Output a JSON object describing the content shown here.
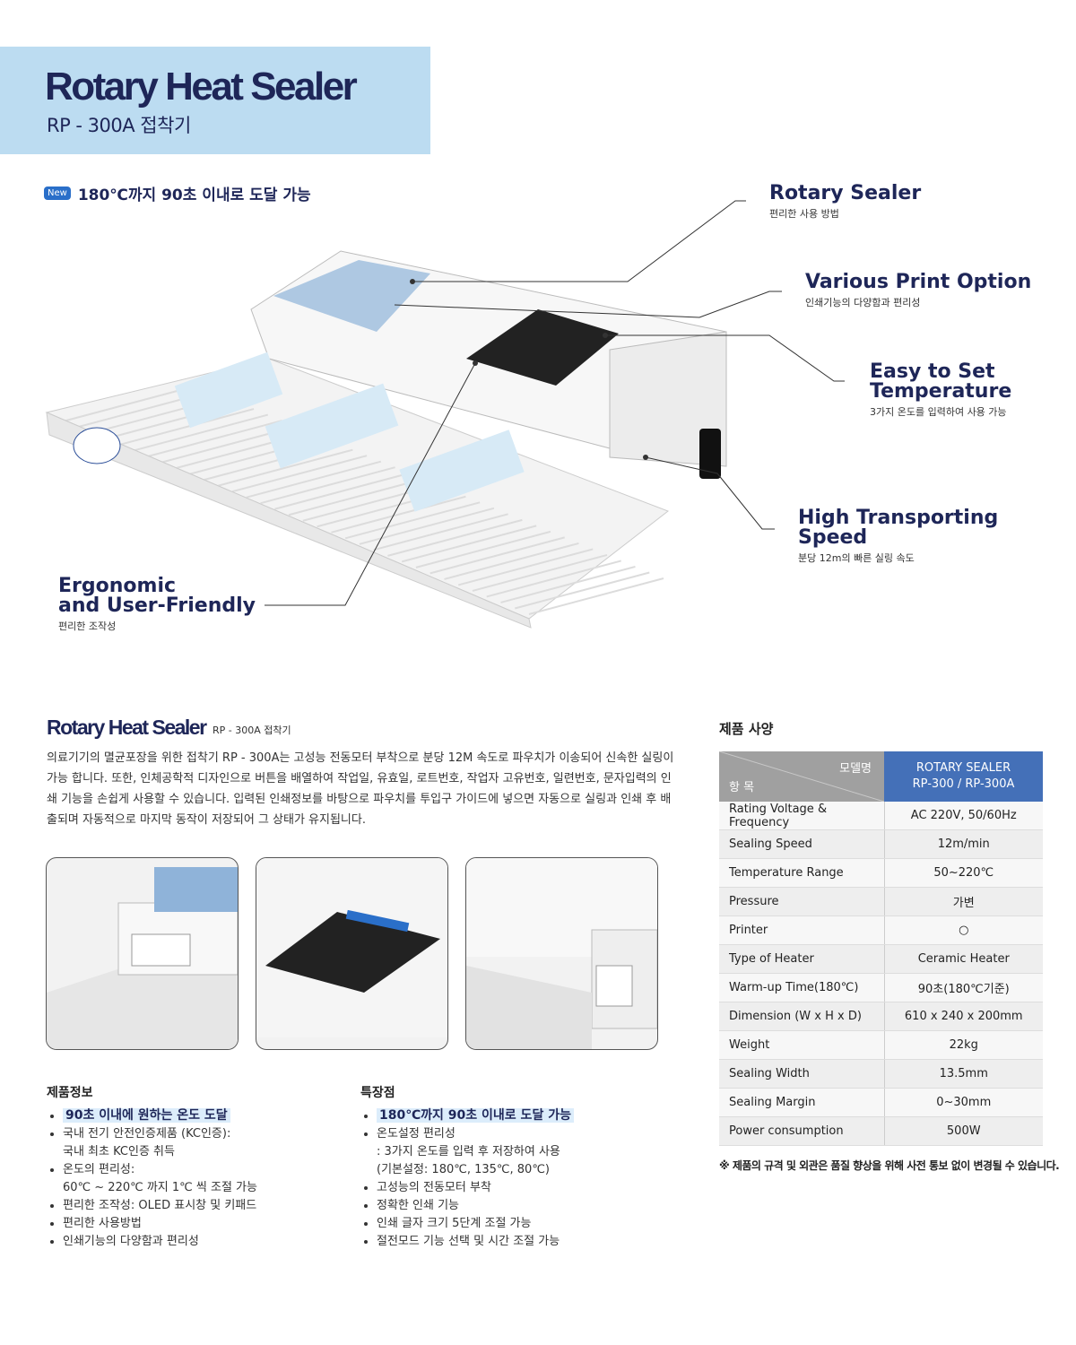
{
  "hero": {
    "title": "Rotary Heat Sealer",
    "subtitle": "RP - 300A 접착기"
  },
  "new_badge": "New",
  "headline": "180℃까지 90초 이내로 도달 가능",
  "callouts": [
    {
      "title": "Rotary Sealer",
      "sub": "편리한 사용 방법"
    },
    {
      "title": "Various Print Option",
      "sub": "인쇄기능의 다양함과 편리성"
    },
    {
      "title": "Easy to Set\nTemperature",
      "sub": "3가지 온도를 입력하여 사용 가능"
    },
    {
      "title": "High Transporting\nSpeed",
      "sub": "분당 12m의 빠른 실링 속도"
    },
    {
      "title": "Ergonomic\nand User-Friendly",
      "sub": "편리한 조작성"
    }
  ],
  "section": {
    "title": "Rotary Heat Sealer",
    "subtitle": "RP - 300A 접착기",
    "description": "의료기기의 멸균포장을 위한 접착기 RP - 300A는 고성능 전동모터 부착으로 분당 12M 속도로 파우치가 이송되어 신속한 실링이 가능 합니다. 또한, 인체공학적 디자인으로 버튼을 배열하여 작업일, 유효일, 로트번호, 작업자 고유번호, 일련번호, 문자입력의 인쇄 기능을 손쉽게 사용할 수 있습니다. 입력된 인쇄정보를 바탕으로 파우치를 투입구 가이드에 넣으면 자동으로 실링과 인쇄 후 배출되며 자동적으로 마지막 동작이 저장되어 그 상태가 유지됩니다."
  },
  "product_info": {
    "title": "제품정보",
    "items": [
      {
        "text": "90초 이내에 원하는 온도 도달",
        "cont": ""
      },
      {
        "text": "국내 전기 안전인증제품 (KC인증):",
        "cont": "국내 최초 KC인증 취득"
      },
      {
        "text": "온도의 편리성:",
        "cont": "60℃ ~ 220℃ 까지 1℃ 씩 조절 가능"
      },
      {
        "text": "편리한 조작성: OLED 표시창 및 키패드",
        "cont": ""
      },
      {
        "text": "편리한 사용방법",
        "cont": ""
      },
      {
        "text": "인쇄기능의 다양함과 편리성",
        "cont": ""
      }
    ]
  },
  "features": {
    "title": "특장점",
    "items": [
      {
        "text": "180℃까지 90초 이내로 도달 가능",
        "cont": ""
      },
      {
        "text": "온도설정 편리성",
        "cont": ": 3가지 온도를 입력 후 저장하여 사용",
        "cont2": "(기본설정: 180℃, 135℃, 80℃)"
      },
      {
        "text": "고성능의 전동모터 부착",
        "cont": ""
      },
      {
        "text": "정확한 인쇄 기능",
        "cont": ""
      },
      {
        "text": "인쇄 글자 크기 5단계 조절 가능",
        "cont": ""
      },
      {
        "text": "절전모드 기능 선택 및 시간 조절 가능",
        "cont": ""
      }
    ]
  },
  "spec": {
    "title": "제품 사양",
    "corner_top": "모델명",
    "corner_bottom": "항 목",
    "model_line1": "ROTARY SEALER",
    "model_line2": "RP-300 / RP-300A",
    "rows": [
      [
        "Rating Voltage & Frequency",
        "AC 220V, 50/60Hz"
      ],
      [
        "Sealing Speed",
        "12m/min"
      ],
      [
        "Temperature Range",
        "50~220℃"
      ],
      [
        "Pressure",
        "가변"
      ],
      [
        "Printer",
        "○"
      ],
      [
        "Type of Heater",
        "Ceramic Heater"
      ],
      [
        "Warm-up Time(180℃)",
        "90초(180℃기준)"
      ],
      [
        "Dimension (W x H x D)",
        "610 x 240 x 200mm"
      ],
      [
        "Weight",
        "22kg"
      ],
      [
        "Sealing Width",
        "13.5mm"
      ],
      [
        "Sealing Margin",
        "0~30mm"
      ],
      [
        "Power consumption",
        "500W"
      ]
    ],
    "note": "※ 제품의 규격 및 외관은 품질 향상을 위해 사전 통보 없이 변경될 수 있습니다."
  },
  "colors": {
    "navy": "#1e2658",
    "hero_bg": "#bcdcf1",
    "table_header": "#4470b8"
  }
}
